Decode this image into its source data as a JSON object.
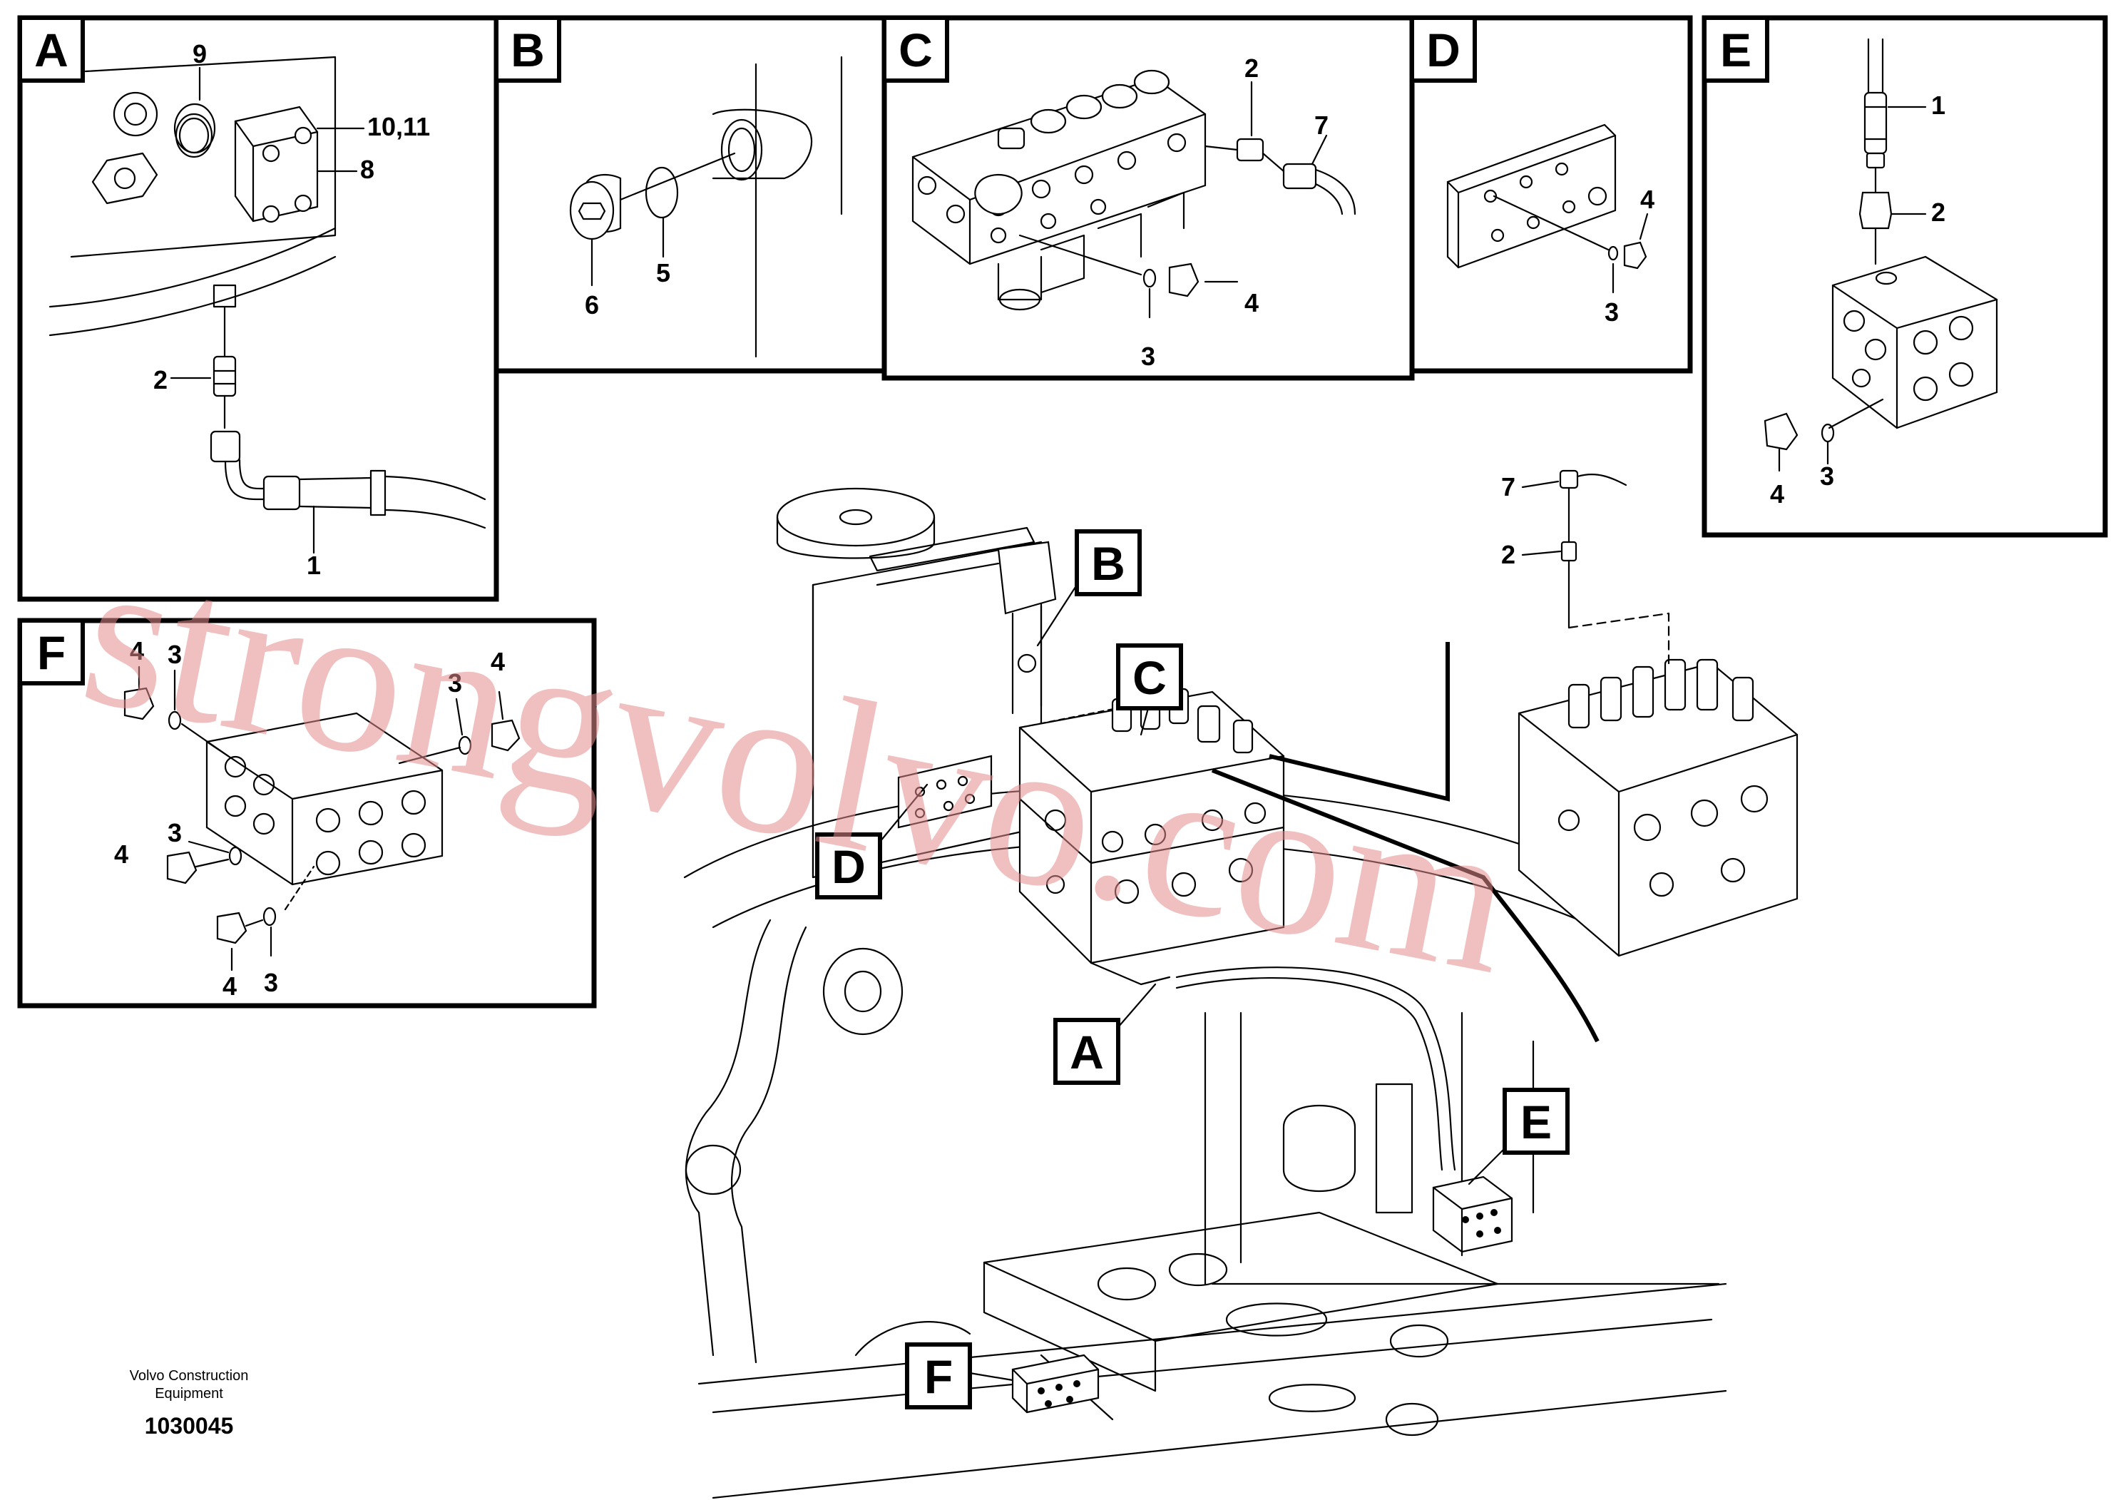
{
  "watermark": "strongvolvo.com",
  "credit": {
    "line1": "Volvo Construction",
    "line2": "Equipment",
    "doc_number": "1030045"
  },
  "detail_labels": {
    "A": "A",
    "B": "B",
    "C": "C",
    "D": "D",
    "E": "E",
    "F": "F"
  },
  "callouts": {
    "detail_a": [
      "9",
      "10,11",
      "8",
      "2",
      "1"
    ],
    "detail_b": [
      "6",
      "5"
    ],
    "detail_c": [
      "2",
      "7",
      "4",
      "3"
    ],
    "detail_d": [
      "4",
      "3"
    ],
    "detail_e": [
      "1",
      "2",
      "4",
      "3"
    ],
    "detail_f": [
      "4",
      "3",
      "3",
      "4",
      "3",
      "4",
      "4",
      "3"
    ],
    "main": [
      "7",
      "2"
    ]
  },
  "main_labels": [
    "B",
    "C",
    "D",
    "A",
    "E",
    "F"
  ]
}
